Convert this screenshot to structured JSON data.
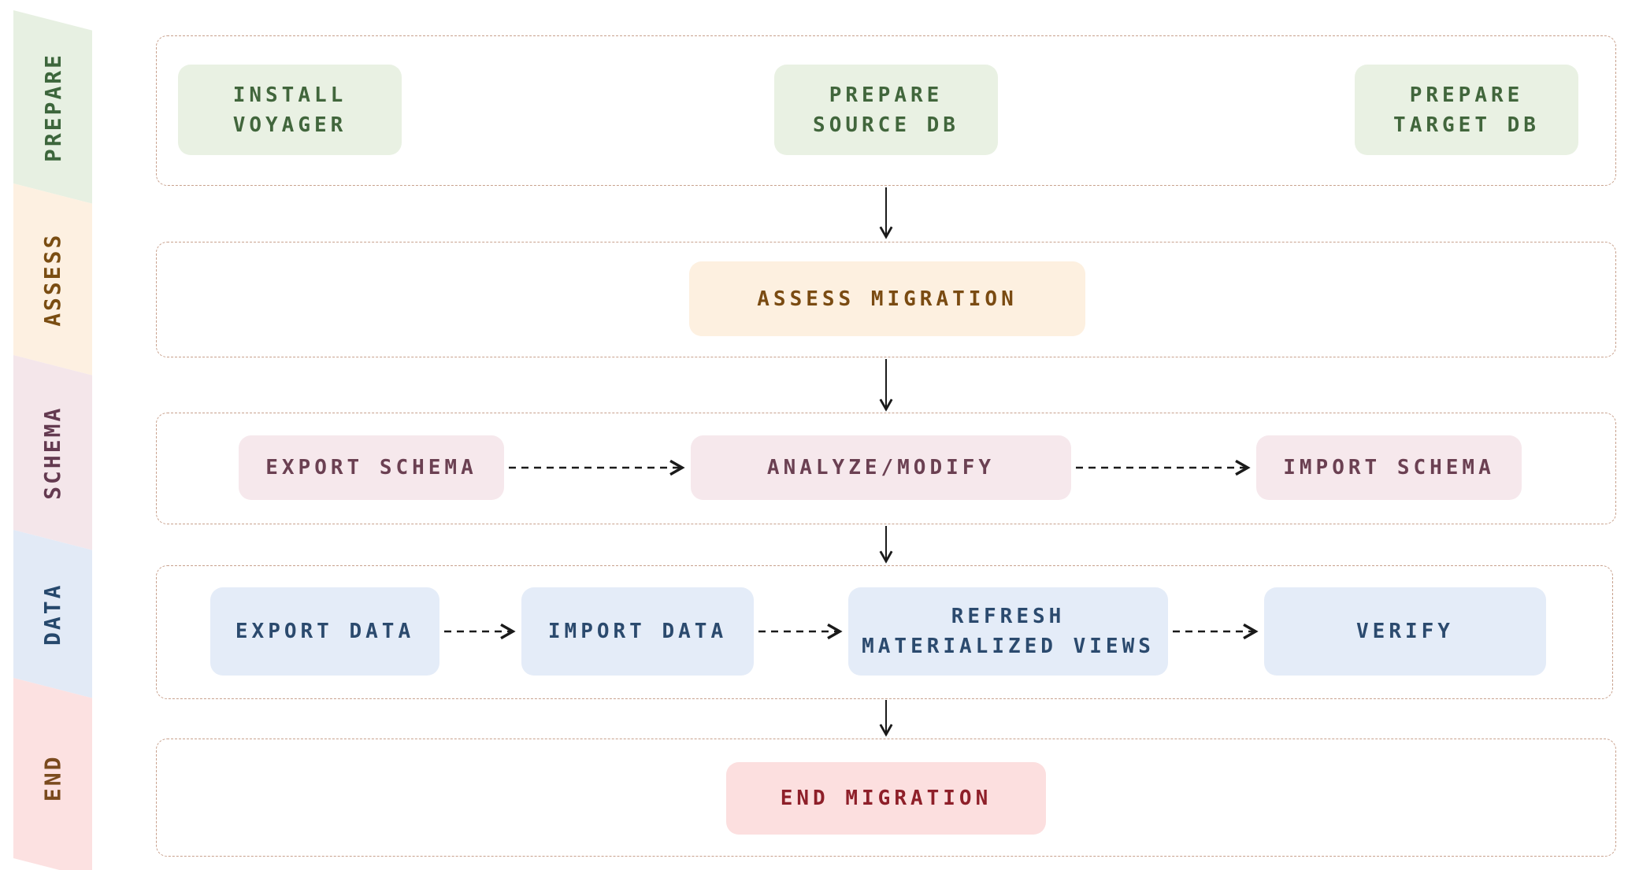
{
  "sidebar": {
    "items": [
      {
        "id": "prepare",
        "label": "PREPARE",
        "bg": "#e7f0e2",
        "fg": "#3d663c"
      },
      {
        "id": "assess",
        "label": "ASSESS",
        "bg": "#fdf0e1",
        "fg": "#7a4d12"
      },
      {
        "id": "schema",
        "label": "SCHEMA",
        "bg": "#f4e6ea",
        "fg": "#643a50"
      },
      {
        "id": "data",
        "label": "DATA",
        "bg": "#e2eaf6",
        "fg": "#26486c"
      },
      {
        "id": "end",
        "label": "END",
        "bg": "#fce1e1",
        "fg": "#7a4a1e"
      }
    ]
  },
  "lanes": {
    "border_color": "#c8a18d",
    "prepare": {
      "install": {
        "label": "INSTALL\nVOYAGER",
        "bg": "#e9f1e3",
        "fg": "#41663c"
      },
      "source": {
        "label": "PREPARE\nSOURCE DB",
        "bg": "#e9f1e3",
        "fg": "#41663c"
      },
      "target": {
        "label": "PREPARE\nTARGET DB",
        "bg": "#e9f1e3",
        "fg": "#41663c"
      }
    },
    "assess": {
      "assess_migration": {
        "label": "ASSESS MIGRATION",
        "bg": "#fdf0e0",
        "fg": "#7a4b12"
      }
    },
    "schema": {
      "export_schema": {
        "label": "EXPORT SCHEMA",
        "bg": "#f6e8ec",
        "fg": "#6b4052"
      },
      "analyze_modify": {
        "label": "ANALYZE/MODIFY",
        "bg": "#f6e8ec",
        "fg": "#6b4052"
      },
      "import_schema": {
        "label": "IMPORT SCHEMA",
        "bg": "#f6e8ec",
        "fg": "#6b4052"
      }
    },
    "data": {
      "export_data": {
        "label": "EXPORT DATA",
        "bg": "#e4ecf8",
        "fg": "#2b4a6e"
      },
      "import_data": {
        "label": "IMPORT DATA",
        "bg": "#e4ecf8",
        "fg": "#2b4a6e"
      },
      "refresh_mv": {
        "label": "REFRESH\nMATERIALIZED VIEWS",
        "bg": "#e4ecf8",
        "fg": "#2b4a6e"
      },
      "verify": {
        "label": "VERIFY",
        "bg": "#e4ecf8",
        "fg": "#2b4a6e"
      }
    },
    "end": {
      "end_migration": {
        "label": "END MIGRATION",
        "bg": "#fcdfdf",
        "fg": "#8e1f29"
      }
    }
  },
  "arrows": {
    "color": "#1a1a1a"
  }
}
